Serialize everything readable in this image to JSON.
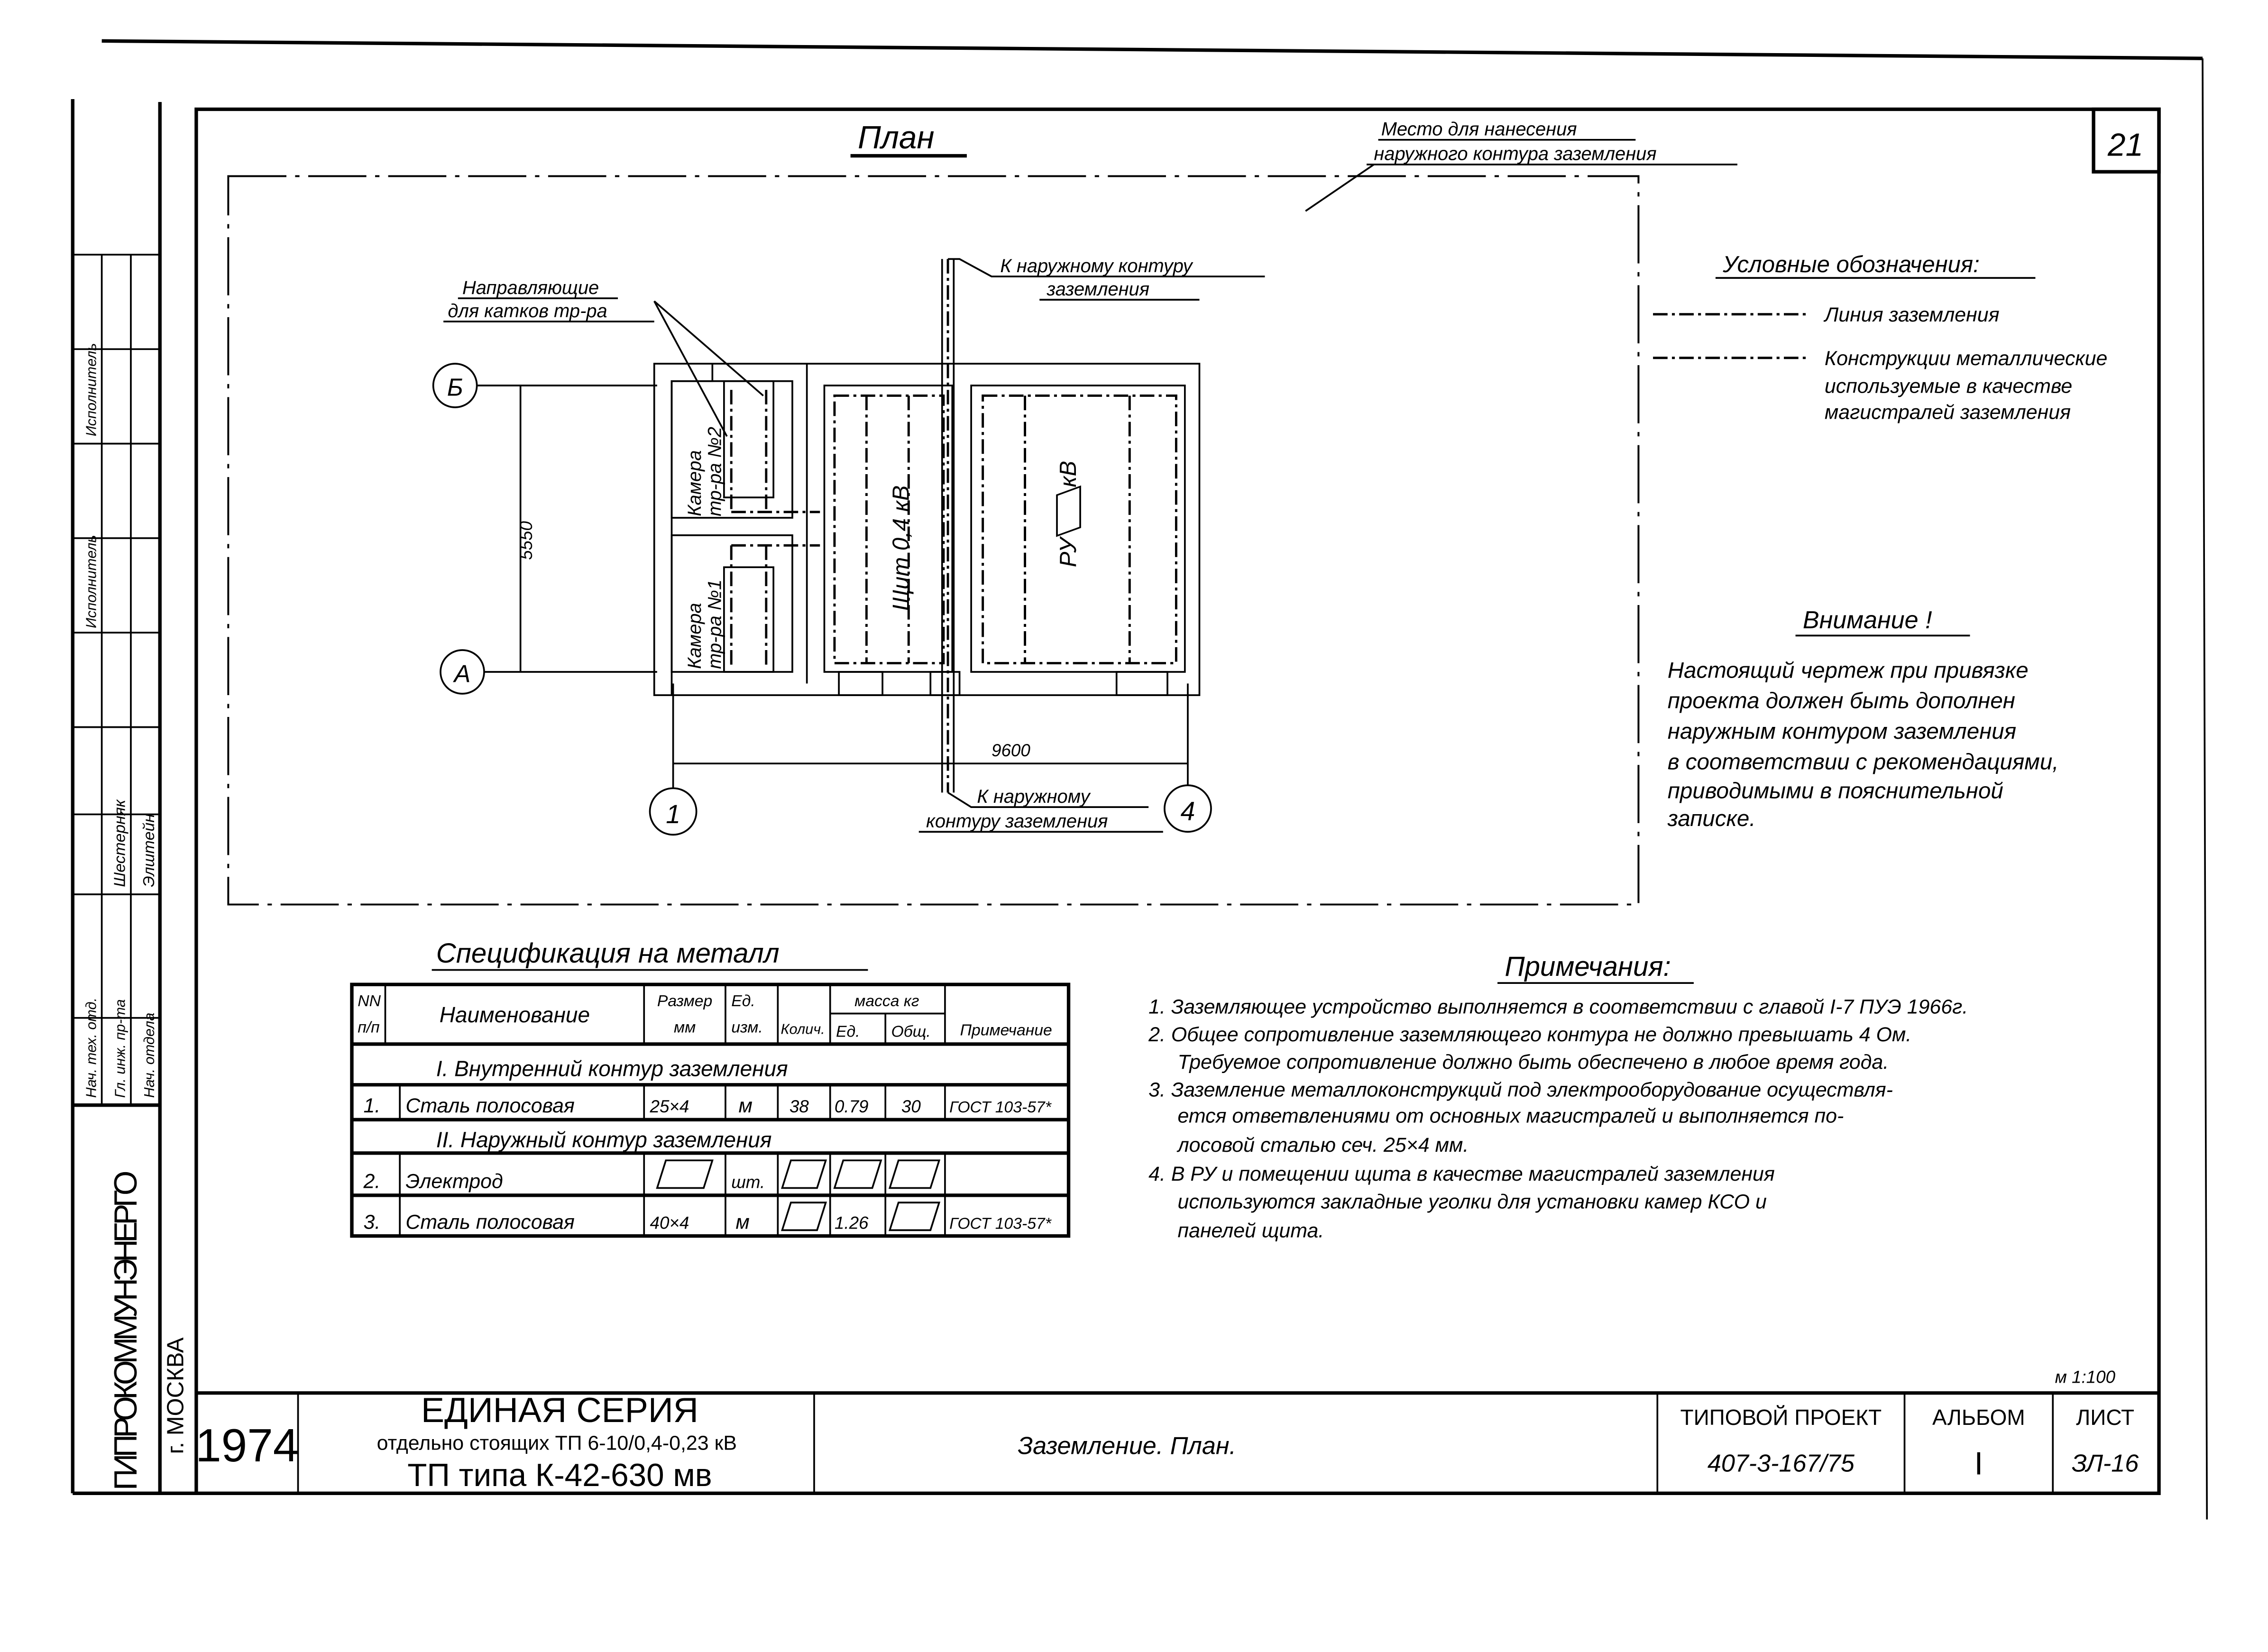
{
  "sheet_number": "21",
  "plan": {
    "title": "План",
    "outer_contour_note": [
      "Место для нанесения",
      "наружного контура заземления"
    ],
    "guides_note": [
      "Направляющие",
      "для катков тр-ра"
    ],
    "to_outer_top": [
      "К наружному контуру",
      "заземления"
    ],
    "to_outer_bottom": [
      "К наружному",
      "контуру заземления"
    ],
    "rooms": {
      "chamber2": [
        "Камера",
        "тр-ра №2"
      ],
      "chamber1": [
        "Камера",
        "тр-ра №1"
      ],
      "panel": "Щит 0,4 кВ",
      "ru_prefix": "РУ",
      "ru_suffix": "кВ"
    },
    "axes": {
      "b": "Б",
      "a": "А",
      "one": "1",
      "four": "4"
    },
    "dim_vertical": "5550",
    "dim_horizontal": "9600"
  },
  "legend": {
    "title": "Условные обозначения:",
    "items": [
      {
        "lines": [
          "Линия заземления"
        ]
      },
      {
        "lines": [
          "Конструкции металлические",
          "используемые в качестве",
          "магистралей заземления"
        ]
      }
    ]
  },
  "attention": {
    "title": "Внимание !",
    "lines": [
      "Настоящий чертеж при привязке",
      "проекта должен быть дополнен",
      "наружным контуром заземления",
      "в соответствии с рекомендациями,",
      "приводимыми в пояснительной",
      "записке."
    ]
  },
  "spec": {
    "title": "Спецификация на металл",
    "headers": {
      "num": [
        "NN",
        "п/п"
      ],
      "name": "Наименование",
      "size": [
        "Размер",
        "мм"
      ],
      "unit": [
        "Ед.",
        "изм."
      ],
      "qty": "Колич.",
      "mass": "масса кг",
      "mass_unit": "Ед.",
      "mass_total": "Общ.",
      "note": "Примечание"
    },
    "section1": "I. Внутренний контур заземления",
    "section2": "II. Наружный контур заземления",
    "rows": [
      {
        "num": "1.",
        "name": "Сталь полосовая",
        "size": "25×4",
        "unit": "м",
        "qty": "38",
        "mass_unit": "0.79",
        "mass_total": "30",
        "note": "ГОСТ 103-57*"
      },
      {
        "num": "2.",
        "name": "Электрод",
        "size": "",
        "unit": "шт.",
        "qty": "",
        "mass_unit": "",
        "mass_total": "",
        "note": ""
      },
      {
        "num": "3.",
        "name": "Сталь полосовая",
        "size": "40×4",
        "unit": "м",
        "qty": "",
        "mass_unit": "1.26",
        "mass_total": "",
        "note": "ГОСТ 103-57*"
      }
    ]
  },
  "notes": {
    "title": "Примечания:",
    "lines": [
      "1. Заземляющее устройство выполняется в соответствии с главой I-7 ПУЭ 1966г.",
      "2. Общее сопротивление заземляющего контура не должно превышать 4 Ом.",
      "Требуемое сопротивление должно быть обеспечено в любое время года.",
      "3. Заземление металлоконструкций под электрооборудование осуществля-",
      "ется ответвлениями от основных магистралей и выполняется по-",
      "лосовой сталью сеч. 25×4 мм.",
      "4. В РУ и помещении щита в качестве магистралей заземления",
      "используются закладные уголки для установки камер КСО и",
      "панелей щита."
    ]
  },
  "scale": "м 1:100",
  "title_block": {
    "year": "1974",
    "series": "ЕДИНАЯ СЕРИЯ",
    "series_sub": "отдельно стоящих ТП 6-10/0,4-0,23 кВ",
    "type": "ТП типа К-42-630 мв",
    "sheet_title": "Заземление.  План.",
    "project_label": "ТИПОВОЙ ПРОЕКТ",
    "project": "407-3-167/75",
    "album_label": "АЛЬБОМ",
    "album": "I",
    "sheet_label": "ЛИСТ",
    "sheet": "ЗЛ-16"
  },
  "side_stamp": {
    "org": "ГИПРОКОММУНЭНЕРГО",
    "city": "г. МОСКВА",
    "roles": [
      "Нач. тех. отд.",
      "Гл. инж. пр-та",
      "Нач. отдела",
      "Исполнитель",
      "Исполнитель"
    ],
    "names": [
      "Шестерняк",
      "Элштейн"
    ]
  }
}
